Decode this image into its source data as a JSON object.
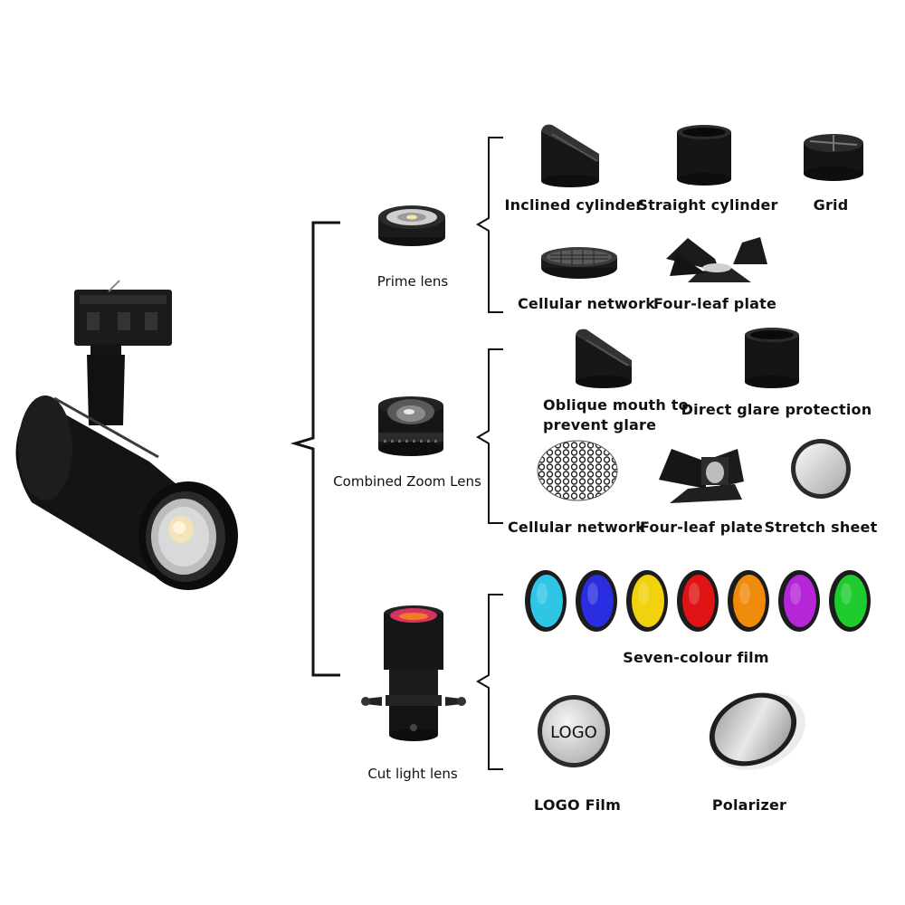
{
  "lenses": {
    "prime": "Prime lens",
    "zoom": "Combined Zoom Lens",
    "cut": "Cut light lens"
  },
  "prime_accessories": {
    "inclined": "Inclined cylinder",
    "straight": "Straight cylinder",
    "grid": "Grid",
    "cellular": "Cellular network",
    "fourleaf": "Four-leaf plate"
  },
  "zoom_accessories": {
    "oblique": "Oblique mouth to prevent glare",
    "direct": "Direct glare protection",
    "cellular": "Cellular network",
    "fourleaf": "Four-leaf plate",
    "stretch": "Stretch sheet"
  },
  "cut_accessories": {
    "sevencolour": "Seven-colour film",
    "logofilm": "LOGO Film",
    "polarizer": "Polarizer",
    "logo_text": "LOGO"
  },
  "filter_colors": [
    "#2fc6e6",
    "#2a2ee0",
    "#f2d20c",
    "#e01414",
    "#f08a0a",
    "#b526d8",
    "#1dcc2c"
  ]
}
